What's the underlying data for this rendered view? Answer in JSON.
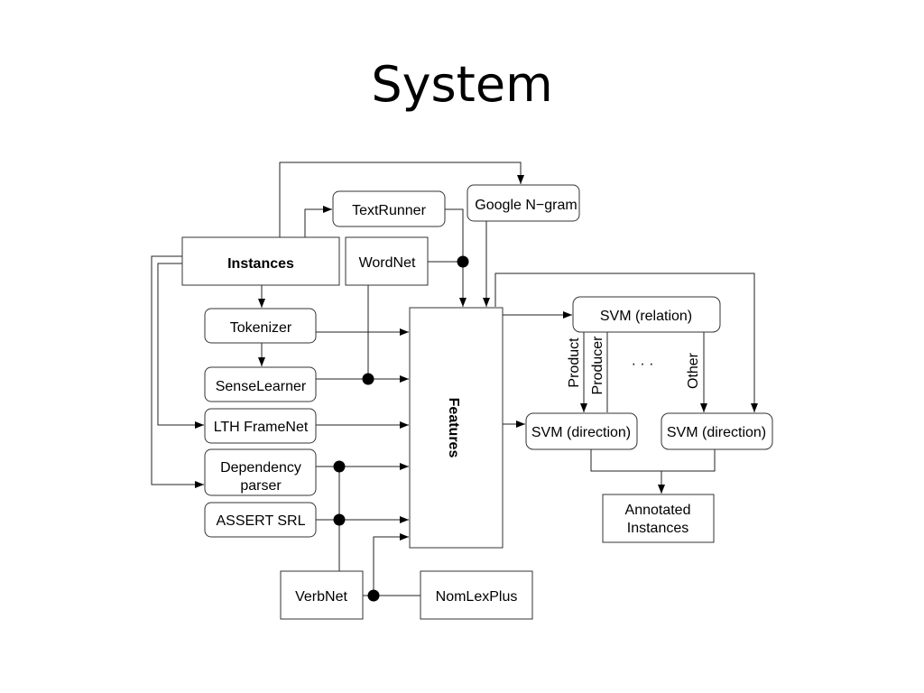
{
  "slide": {
    "title": "System"
  },
  "nodes": {
    "instances": "Instances",
    "textrunner": "TextRunner",
    "google_ngram": "Google N−gram",
    "wordnet": "WordNet",
    "tokenizer": "Tokenizer",
    "senselearner": "SenseLearner",
    "lth_framenet": "LTH FrameNet",
    "dependency_parser_line1": "Dependency",
    "dependency_parser_line2": "parser",
    "assert_srl": "ASSERT SRL",
    "verbnet": "VerbNet",
    "nomlexplus": "NomLexPlus",
    "features": "Features",
    "svm_relation": "SVM (relation)",
    "svm_direction_1": "SVM (direction)",
    "svm_direction_2": "SVM (direction)",
    "annotated_line1": "Annotated",
    "annotated_line2": "Instances"
  },
  "edge_labels": {
    "product": "Product",
    "producer": "Producer",
    "other": "Other",
    "ellipsis": "· · ·"
  }
}
